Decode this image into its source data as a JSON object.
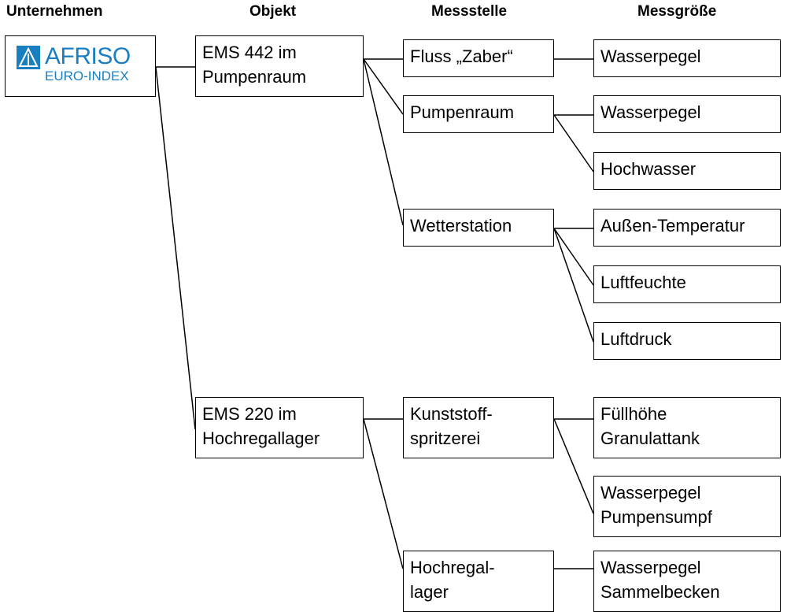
{
  "headers": {
    "company": "Unternehmen",
    "object": "Objekt",
    "measuring_point": "Messstelle",
    "measurand": "Messgröße"
  },
  "logo": {
    "brand": "AFRISO",
    "sub": "EURO-INDEX",
    "color": "#1a7fc1"
  },
  "objects": [
    {
      "line1": "EMS 442 im",
      "line2": "Pumpenraum"
    },
    {
      "line1": "EMS 220 im",
      "line2": "Hochregallager"
    }
  ],
  "points": [
    {
      "line1": "Fluss „Zaber“",
      "line2": ""
    },
    {
      "line1": "Pumpenraum",
      "line2": ""
    },
    {
      "line1": "Wetterstation",
      "line2": ""
    },
    {
      "line1": "Kunststoff-",
      "line2": "spritzerei"
    },
    {
      "line1": "Hochregal-",
      "line2": "lager"
    }
  ],
  "measurands": [
    {
      "line1": "Wasserpegel",
      "line2": ""
    },
    {
      "line1": "Wasserpegel",
      "line2": ""
    },
    {
      "line1": "Hochwasser",
      "line2": ""
    },
    {
      "line1": "Außen-Temperatur",
      "line2": ""
    },
    {
      "line1": "Luftfeuchte",
      "line2": ""
    },
    {
      "line1": "Luftdruck",
      "line2": ""
    },
    {
      "line1": "Füllhöhe",
      "line2": "Granulattank"
    },
    {
      "line1": "Wasserpegel",
      "line2": "Pumpensumpf"
    },
    {
      "line1": "Wasserpegel",
      "line2": "Sammelbecken"
    }
  ]
}
